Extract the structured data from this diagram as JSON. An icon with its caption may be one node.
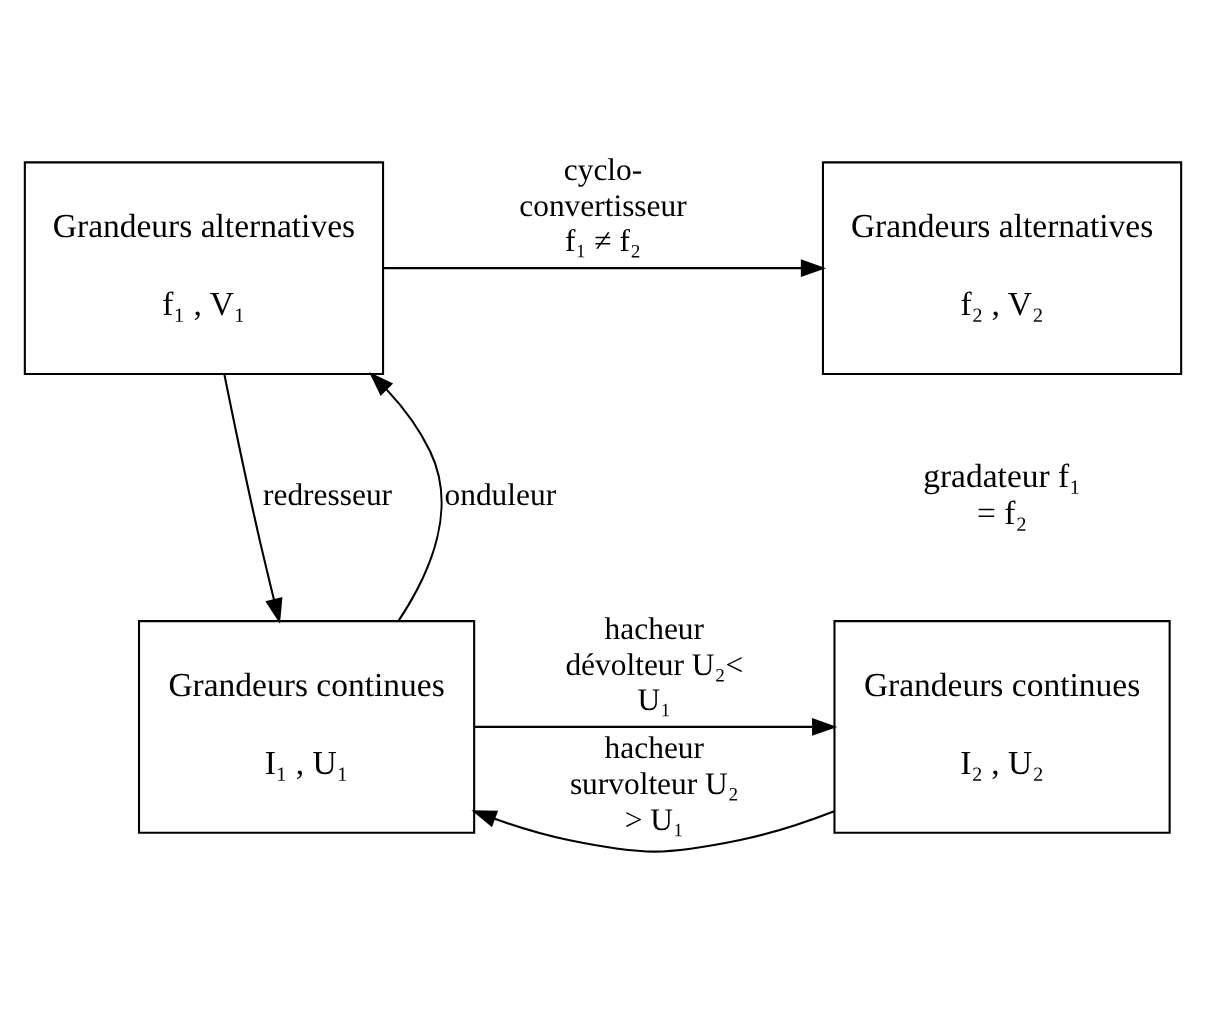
{
  "diagram": {
    "nodes": [
      {
        "text": [
          "Grandeurs alternatives",
          "f₁ , V₁"
        ]
      },
      {
        "text": [
          "Grandeurs alternatives",
          "f₂ , V₂"
        ]
      },
      {
        "text": [
          "Grandeurs continues",
          "I₁ , U₁"
        ]
      },
      {
        "text": [
          "Grandeurs continues",
          "I₂ , U₂"
        ]
      }
    ],
    "edges": [
      {
        "from": 0,
        "to": 1,
        "arrow": "to",
        "label": "cyclo- convertisseur f₁ ≠ f₂"
      },
      {
        "from": 0,
        "to": 2,
        "arrow": "to",
        "label": "redresseur"
      },
      {
        "from": 2,
        "to": 0,
        "arrow": "to",
        "label": "onduleur"
      },
      {
        "from": 2,
        "to": 3,
        "arrow": "to",
        "label": "hacheur dévolteur U₂< U₁"
      },
      {
        "from": 3,
        "to": 2,
        "arrow": "to",
        "label": "hacheur survolteur U₂ > U₁"
      }
    ],
    "labels": [
      "gradateur f₁ = f₂"
    ]
  }
}
